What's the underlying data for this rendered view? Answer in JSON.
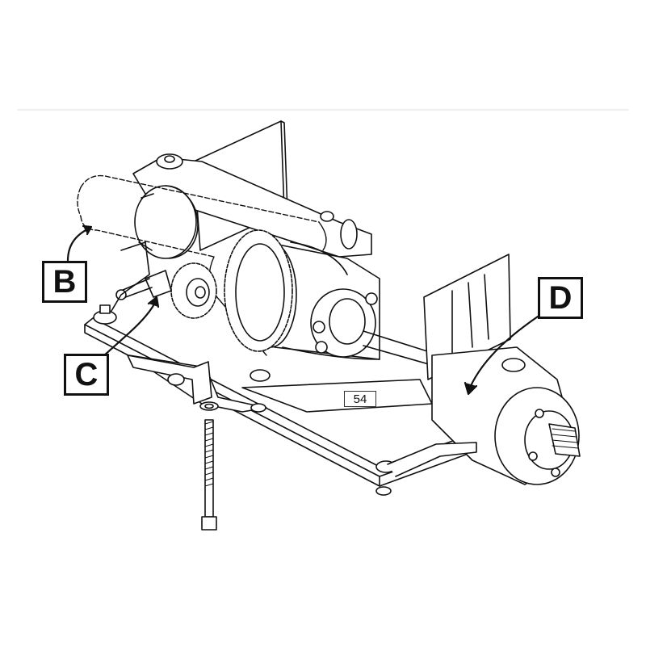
{
  "callouts": {
    "b": "B",
    "c": "C",
    "d": "D"
  },
  "part_number": "54",
  "colors": {
    "line": "#111111",
    "rule": "#dddddd",
    "background": "#ffffff"
  }
}
